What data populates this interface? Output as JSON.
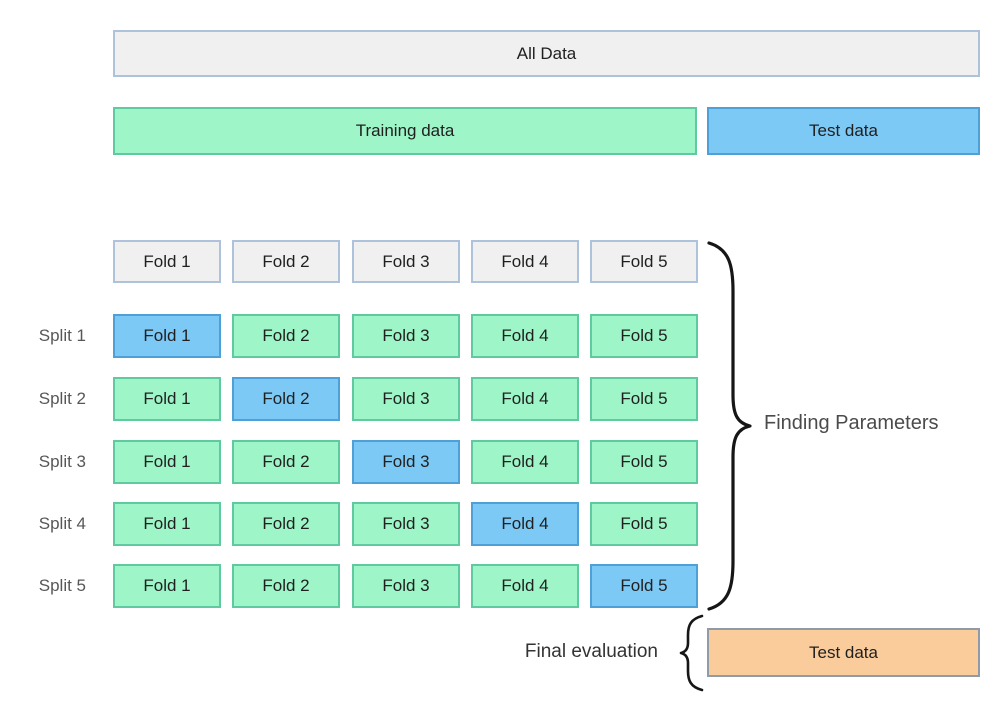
{
  "top": {
    "all_data_label": "All Data",
    "training_label": "Training data",
    "test_label": "Test data"
  },
  "grid": {
    "fold_headers": [
      "Fold 1",
      "Fold 2",
      "Fold 3",
      "Fold 4",
      "Fold 5"
    ],
    "splits": [
      {
        "label": "Split 1",
        "folds": [
          "Fold 1",
          "Fold 2",
          "Fold 3",
          "Fold 4",
          "Fold 5"
        ],
        "test_fold_index": 0
      },
      {
        "label": "Split 2",
        "folds": [
          "Fold 1",
          "Fold 2",
          "Fold 3",
          "Fold 4",
          "Fold 5"
        ],
        "test_fold_index": 1
      },
      {
        "label": "Split 3",
        "folds": [
          "Fold 1",
          "Fold 2",
          "Fold 3",
          "Fold 4",
          "Fold 5"
        ],
        "test_fold_index": 2
      },
      {
        "label": "Split 4",
        "folds": [
          "Fold 1",
          "Fold 2",
          "Fold 3",
          "Fold 4",
          "Fold 5"
        ],
        "test_fold_index": 3
      },
      {
        "label": "Split 5",
        "folds": [
          "Fold 1",
          "Fold 2",
          "Fold 3",
          "Fold 4",
          "Fold 5"
        ],
        "test_fold_index": 4
      }
    ]
  },
  "annotations": {
    "finding_parameters_label": "Finding Parameters",
    "final_evaluation_label": "Final evaluation",
    "final_test_label": "Test data"
  },
  "colors": {
    "canvas_bg": "#FFFFFF",
    "neutral_fill": "#F0F0F0",
    "neutral_border": "#AFC2DB",
    "train_fill": "#9DF5C8",
    "train_border": "#5FC9A0",
    "test_fill": "#7DC9F5",
    "test_border": "#4FA0D7",
    "final_test_fill": "#FACC9B",
    "final_test_border": "#909BA8",
    "box_text": "#1F1F1F",
    "muted_text": "#575757",
    "annotation_text": "#4B4B4B",
    "brace_stroke": "#161616"
  }
}
